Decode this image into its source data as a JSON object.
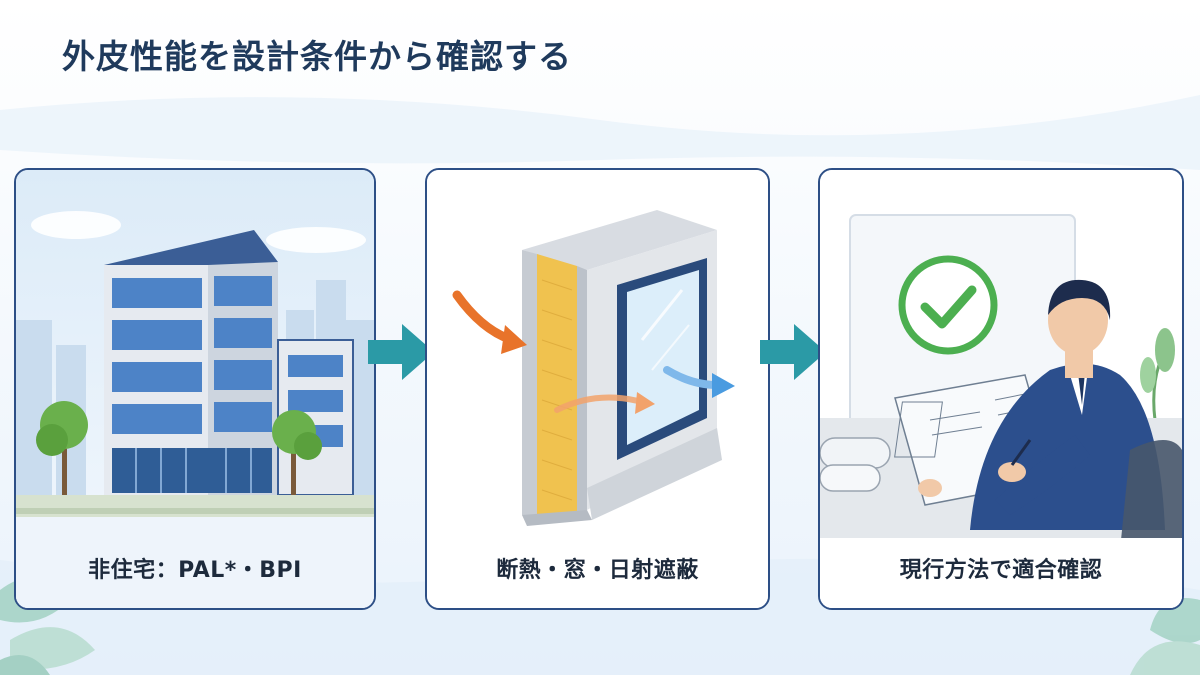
{
  "title": "外皮性能を設計条件から確認する",
  "steps": [
    {
      "caption": "非住宅：PAL*・BPI",
      "icon": "office-building-icon"
    },
    {
      "caption": "断熱・窓・日射遮蔽",
      "icon": "wall-section-icon"
    },
    {
      "caption": "現行方法で適合確認",
      "icon": "engineer-checking-icon"
    }
  ],
  "colors": {
    "title": "#1f3a5c",
    "card_border": "#2d4f86",
    "arrow": "#2b9aa6",
    "insulation": "#f0c24f",
    "heat_in": "#e8732a",
    "heat_out": "#4a9be0",
    "check": "#4caf50"
  }
}
